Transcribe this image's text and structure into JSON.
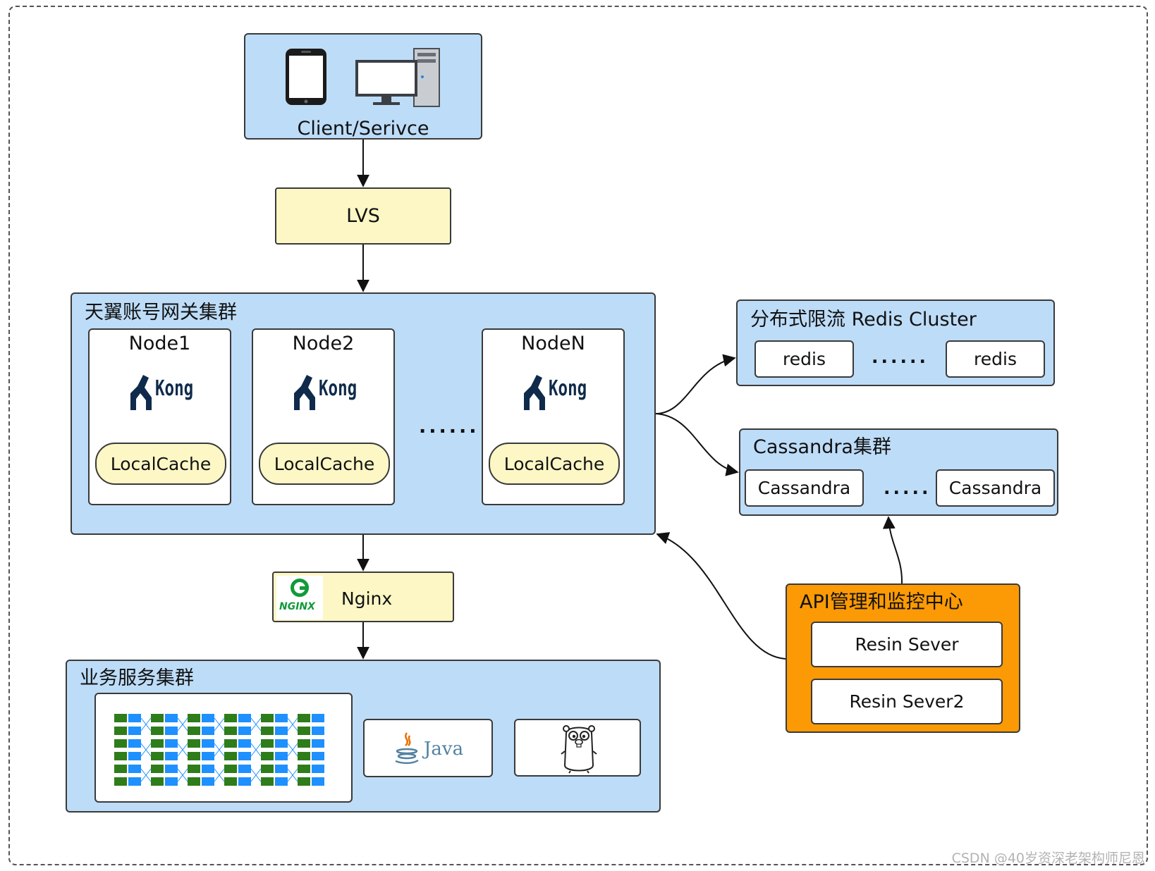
{
  "client": {
    "label": "Client/Serivce",
    "icons": [
      "tablet-icon",
      "desktop-computer-icon"
    ]
  },
  "lvs": {
    "label": "LVS"
  },
  "gateway": {
    "title": "天翼账号网关集群",
    "nodes": [
      {
        "name": "Node1",
        "logo_text": "Kong",
        "cache": "LocalCache"
      },
      {
        "name": "Node2",
        "logo_text": "Kong",
        "cache": "LocalCache"
      },
      {
        "name": "NodeN",
        "logo_text": "Kong",
        "cache": "LocalCache"
      }
    ],
    "ellipsis": "......"
  },
  "redis": {
    "title": "分布式限流 Redis Cluster",
    "items": [
      "redis",
      "redis"
    ],
    "ellipsis": "......"
  },
  "cassandra": {
    "title": "Cassandra集群",
    "items": [
      "Cassandra",
      "Cassandra"
    ],
    "ellipsis": "....."
  },
  "api_center": {
    "title": "API管理和监控中心",
    "servers": [
      "Resin Sever",
      "Resin Sever2"
    ]
  },
  "nginx": {
    "label": "Nginx",
    "logo_text": "NGINX"
  },
  "business": {
    "title": "业务服务集群",
    "icons": [
      "server-rack-grid-icon",
      "java-logo-icon",
      "go-gopher-icon"
    ],
    "java_text": "Java"
  },
  "watermark": "CSDN @40岁资深老架构师尼恩",
  "colors": {
    "cluster_blue": "#bddcf8",
    "box_yellow": "#fcf7c5",
    "api_orange": "#fb9a05",
    "kong_navy": "#0f2a4a",
    "nginx_green": "#129a3a",
    "server_blue": "#1e90ff",
    "server_green": "#2e7d1a"
  }
}
